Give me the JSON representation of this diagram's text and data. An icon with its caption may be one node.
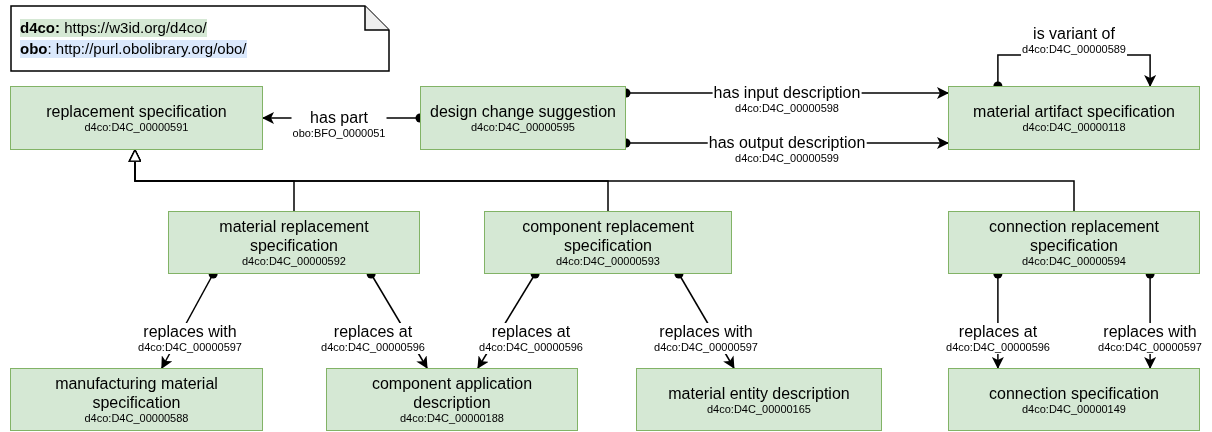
{
  "diagram": {
    "nodes": [
      {
        "text": [
          "**d4co:** https://w3id.org/d4co/",
          "**obo**: http://purl.obolibrary.org/obo/"
        ]
      },
      {
        "text": [
          "replacement specification",
          "d4co:D4C_00000591"
        ]
      },
      {
        "text": [
          "design change suggestion",
          "d4co:D4C_00000595"
        ]
      },
      {
        "text": [
          "material artifact specification",
          "d4co:D4C_00000118"
        ]
      },
      {
        "text": [
          "material replacement specification",
          "d4co:D4C_00000592"
        ]
      },
      {
        "text": [
          "component replacement specification",
          "d4co:D4C_00000593"
        ]
      },
      {
        "text": [
          "connection replacement specification",
          "d4co:D4C_00000594"
        ]
      },
      {
        "text": [
          "manufacturing material specification",
          "d4co:D4C_00000588"
        ]
      },
      {
        "text": [
          "component application description",
          "d4co:D4C_00000188"
        ]
      },
      {
        "text": [
          "material entity description",
          "d4co:D4C_00000165"
        ]
      },
      {
        "text": [
          "connection specification",
          "d4co:D4C_00000149"
        ]
      }
    ],
    "edges": [
      {
        "from": 2,
        "to": 1,
        "arrow": "to",
        "label": "has part obo:BFO_0000051"
      },
      {
        "from": 2,
        "to": 3,
        "arrow": "to",
        "label": "has input description d4co:D4C_00000598"
      },
      {
        "from": 2,
        "to": 3,
        "arrow": "to",
        "label": "has output description d4co:D4C_00000599"
      },
      {
        "from": 3,
        "to": 3,
        "arrow": "to",
        "label": "is variant of d4co:D4C_00000589"
      },
      {
        "from": 4,
        "to": 1,
        "arrow": "to"
      },
      {
        "from": 5,
        "to": 1,
        "arrow": "to"
      },
      {
        "from": 6,
        "to": 1,
        "arrow": "to"
      },
      {
        "from": 4,
        "to": 7,
        "arrow": "to",
        "label": "replaces with d4co:D4C_00000597"
      },
      {
        "from": 4,
        "to": 8,
        "arrow": "to",
        "label": "replaces at d4co:D4C_00000596"
      },
      {
        "from": 5,
        "to": 8,
        "arrow": "to",
        "label": "replaces at d4co:D4C_00000596"
      },
      {
        "from": 5,
        "to": 9,
        "arrow": "to",
        "label": "replaces with d4co:D4C_00000597"
      },
      {
        "from": 6,
        "to": 10,
        "arrow": "to",
        "label": "replaces at d4co:D4C_00000596"
      },
      {
        "from": 6,
        "to": 10,
        "arrow": "to",
        "label": "replaces with d4co:D4C_00000597"
      }
    ]
  }
}
